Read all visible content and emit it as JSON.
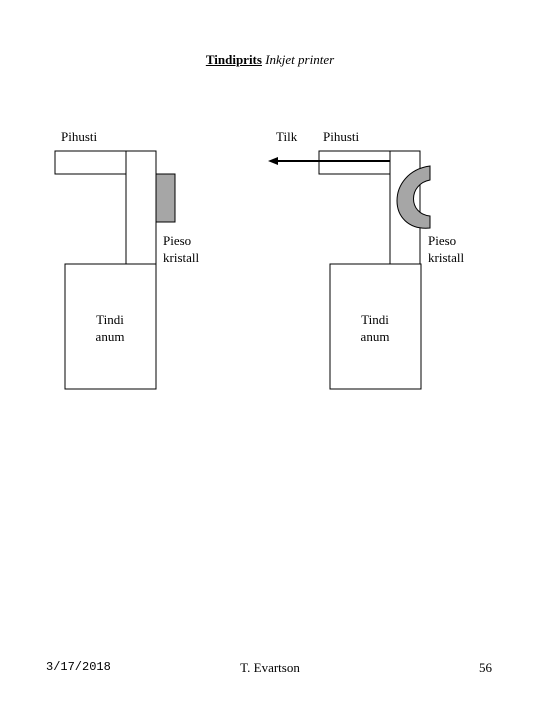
{
  "title": {
    "bold": "Tindiprits",
    "italic": "Inkjet printer"
  },
  "left_figure": {
    "nozzle_label": "Pihusti",
    "piezo_label_line1": "Pieso",
    "piezo_label_line2": "kristall",
    "tank_label_line1": "Tindi",
    "tank_label_line2": "anum"
  },
  "right_figure": {
    "drop_label": "Tilk",
    "nozzle_label": "Pihusti",
    "piezo_label_line1": "Pieso",
    "piezo_label_line2": "kristall",
    "tank_label_line1": "Tindi",
    "tank_label_line2": "anum"
  },
  "footer": {
    "date": "3/17/2018",
    "author": "T. Evartson",
    "page": "56"
  },
  "colors": {
    "piezo_fill": "#a6a6a6",
    "stroke": "#000000"
  }
}
